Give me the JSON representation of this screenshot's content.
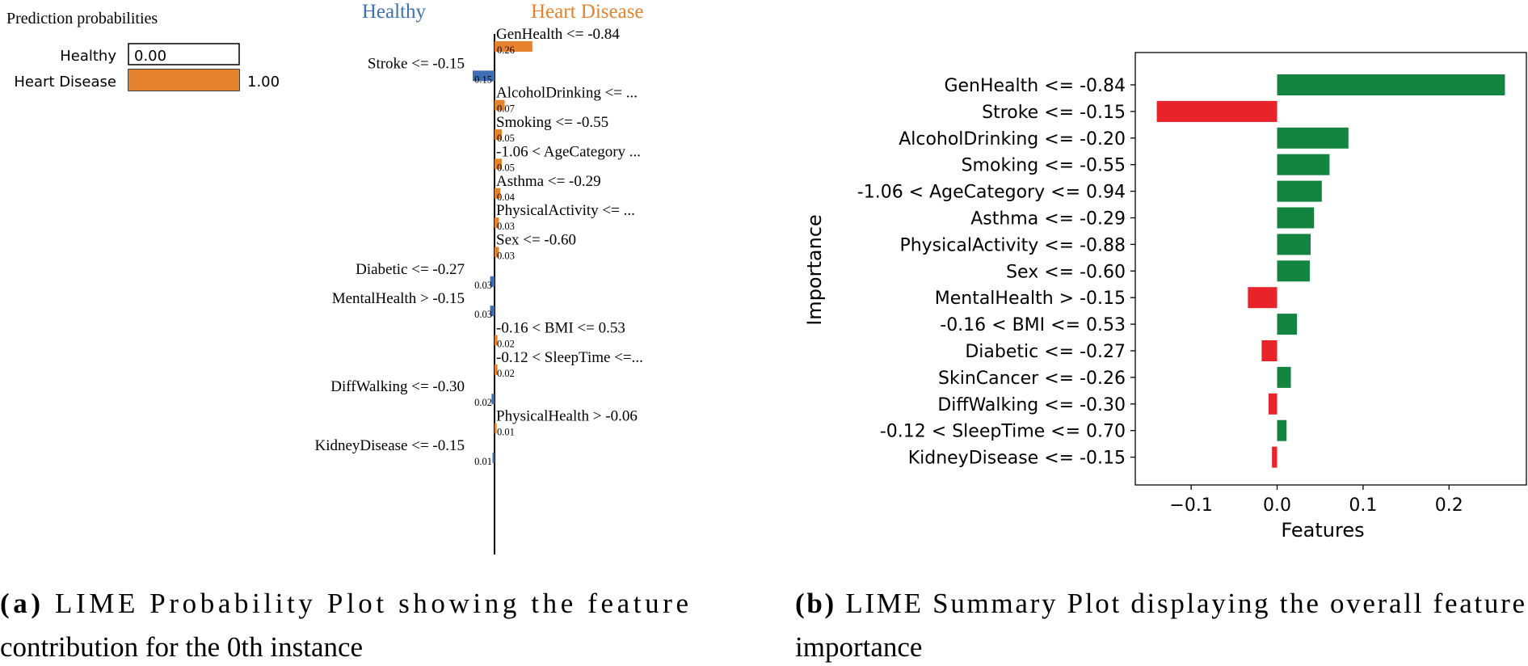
{
  "prob_panel": {
    "title": "Prediction probabilities",
    "rows": [
      {
        "label": "Healthy",
        "value": 0.0,
        "display": "0.00",
        "color": "#3c6fb6"
      },
      {
        "label": "Heart Disease",
        "value": 1.0,
        "display": "1.00",
        "color": "#e6812e"
      }
    ]
  },
  "chart_data": [
    {
      "type": "bar",
      "orientation": "horizontal",
      "class_labels": {
        "negative": "Healthy",
        "positive": "Heart Disease"
      },
      "colors": {
        "negative": "#3c6fb6",
        "positive": "#e6812e"
      },
      "features": [
        {
          "label": "GenHealth <= -0.84",
          "value": 0.26,
          "side": "positive",
          "display": "0.26"
        },
        {
          "label": "Stroke <= -0.15",
          "value": 0.15,
          "side": "negative",
          "display": "0.15"
        },
        {
          "label": "AlcoholDrinking <= ...",
          "value": 0.07,
          "side": "positive",
          "display": "0.07"
        },
        {
          "label": "Smoking <= -0.55",
          "value": 0.05,
          "side": "positive",
          "display": "0.05"
        },
        {
          "label": "-1.06 < AgeCategory ...",
          "value": 0.05,
          "side": "positive",
          "display": "0.05"
        },
        {
          "label": "Asthma <= -0.29",
          "value": 0.04,
          "side": "positive",
          "display": "0.04"
        },
        {
          "label": "PhysicalActivity <= ...",
          "value": 0.03,
          "side": "positive",
          "display": "0.03"
        },
        {
          "label": "Sex <= -0.60",
          "value": 0.03,
          "side": "positive",
          "display": "0.03"
        },
        {
          "label": "Diabetic <= -0.27",
          "value": 0.03,
          "side": "negative",
          "display": "0.03"
        },
        {
          "label": "MentalHealth > -0.15",
          "value": 0.03,
          "side": "negative",
          "display": "0.03"
        },
        {
          "label": "-0.16 < BMI <= 0.53",
          "value": 0.02,
          "side": "positive",
          "display": "0.02"
        },
        {
          "label": "-0.12 < SleepTime <=...",
          "value": 0.02,
          "side": "positive",
          "display": "0.02"
        },
        {
          "label": "DiffWalking <= -0.30",
          "value": 0.02,
          "side": "negative",
          "display": "0.02"
        },
        {
          "label": "PhysicalHealth > -0.06",
          "value": 0.01,
          "side": "positive",
          "display": "0.01"
        },
        {
          "label": "KidneyDisease <= -0.15",
          "value": 0.01,
          "side": "negative",
          "display": "0.01"
        }
      ]
    },
    {
      "type": "bar",
      "orientation": "horizontal",
      "xlabel": "Features",
      "ylabel": "Importance",
      "xlim": [
        -0.165,
        0.29
      ],
      "xticks": [
        -0.1,
        0.0,
        0.1,
        0.2
      ],
      "xtick_labels": [
        "−0.1",
        "0.0",
        "0.1",
        "0.2"
      ],
      "colors": {
        "positive": "#138540",
        "negative": "#e8232a"
      },
      "categories": [
        "GenHealth <= -0.84",
        "Stroke <= -0.15",
        "AlcoholDrinking <= -0.20",
        "Smoking <= -0.55",
        "-1.06 < AgeCategory <= 0.94",
        "Asthma <= -0.29",
        "PhysicalActivity <= -0.88",
        "Sex <= -0.60",
        "MentalHealth > -0.15",
        "-0.16 < BMI <= 0.53",
        "Diabetic <= -0.27",
        "SkinCancer <= -0.26",
        "DiffWalking <= -0.30",
        "-0.12 < SleepTime <= 0.70",
        "KidneyDisease <= -0.15"
      ],
      "values": [
        0.265,
        -0.14,
        0.083,
        0.061,
        0.052,
        0.043,
        0.039,
        0.038,
        -0.034,
        0.023,
        -0.018,
        0.016,
        -0.01,
        0.011,
        -0.006
      ]
    }
  ],
  "captions": {
    "a": {
      "tag": "(a)",
      "line1": "LIME Probability Plot showing the feature",
      "line2": "contribution for the 0th instance"
    },
    "b": {
      "tag": "(b)",
      "line1": "LIME Summary Plot displaying the overall feature",
      "line2": "importance"
    }
  }
}
